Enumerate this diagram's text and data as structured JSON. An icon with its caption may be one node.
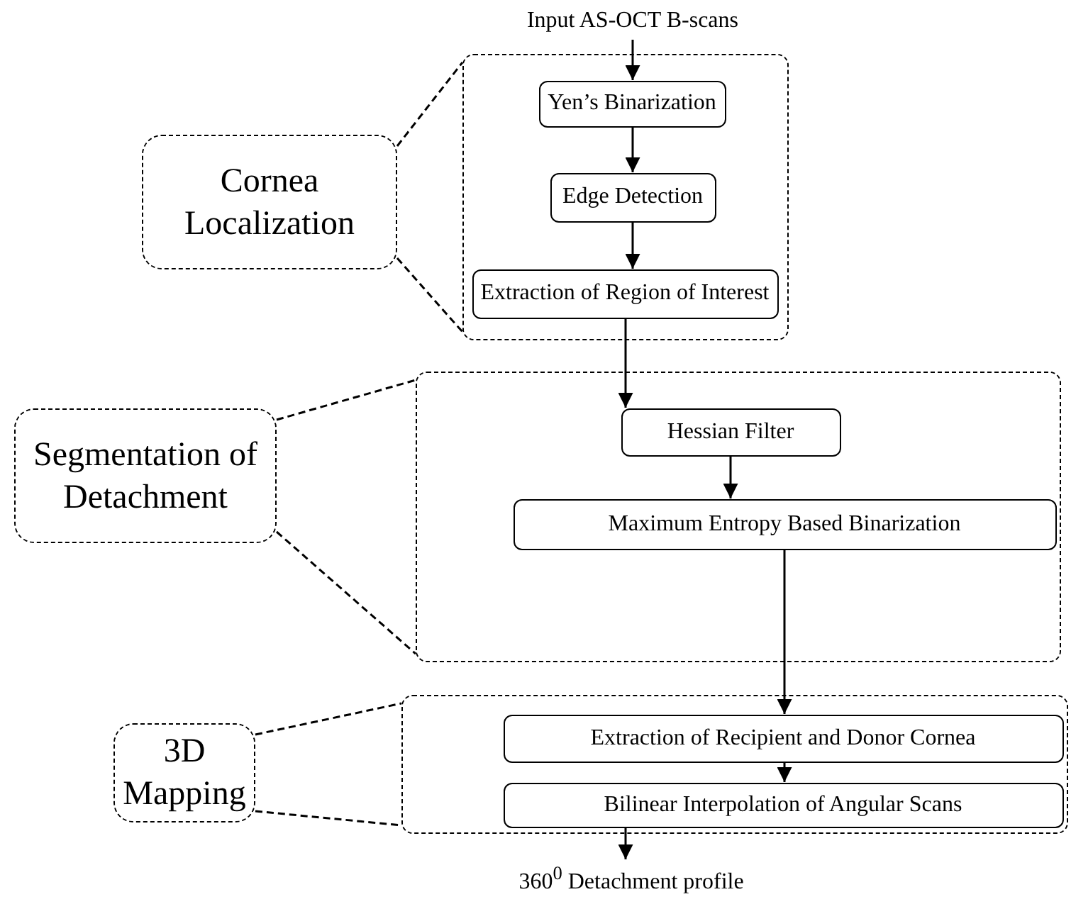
{
  "diagram": {
    "nodes": [
      {
        "text": [
          "Input AS-OCT B-scans"
        ]
      },
      {
        "text": [],
        "shape": "box"
      },
      {
        "text": [
          "Cornea Localization"
        ]
      },
      {
        "text": [
          "Yen’s Binarization"
        ],
        "in": 1
      },
      {
        "text": [
          "Edge Detection"
        ],
        "in": 1
      },
      {
        "text": [
          "Extraction of Region of Interest"
        ],
        "in": 1
      },
      {
        "text": [],
        "shape": "box"
      },
      {
        "text": [
          "Segmentation of Detachment"
        ]
      },
      {
        "text": [
          "Hessian Filter"
        ],
        "in": 6
      },
      {
        "text": [
          "Maximum Entropy Based Binarization"
        ],
        "in": 6
      },
      {
        "text": [],
        "shape": "box"
      },
      {
        "text": [
          "3D Mapping"
        ]
      },
      {
        "text": [
          "Extraction of Recipient and Donor Cornea"
        ],
        "in": 10
      },
      {
        "text": [
          "Bilinear Interpolation of Angular Scans"
        ],
        "in": 10
      },
      {
        "text": [
          "360$^{0}$ Detachment profile"
        ]
      }
    ],
    "edges": [
      {
        "from": 0,
        "to": 3,
        "arrow": "to"
      },
      {
        "from": 3,
        "to": 4,
        "arrow": "to"
      },
      {
        "from": 4,
        "to": 5,
        "arrow": "to"
      },
      {
        "from": 5,
        "to": 8,
        "arrow": "to"
      },
      {
        "from": 8,
        "to": 9,
        "arrow": "to"
      },
      {
        "from": 9,
        "to": 12,
        "arrow": "to"
      },
      {
        "from": 12,
        "to": 13,
        "arrow": "to"
      },
      {
        "from": 13,
        "to": 14,
        "arrow": "to"
      },
      {
        "from": 2,
        "to": 1,
        "arrow": "none",
        "style": "dashed"
      },
      {
        "from": 2,
        "to": 1,
        "arrow": "none",
        "style": "dashed"
      },
      {
        "from": 7,
        "to": 6,
        "arrow": "none",
        "style": "dashed"
      },
      {
        "from": 7,
        "to": 6,
        "arrow": "none",
        "style": "dashed"
      },
      {
        "from": 11,
        "to": 10,
        "arrow": "none",
        "style": "dashed"
      },
      {
        "from": 11,
        "to": 10,
        "arrow": "none",
        "style": "dashed"
      }
    ]
  }
}
